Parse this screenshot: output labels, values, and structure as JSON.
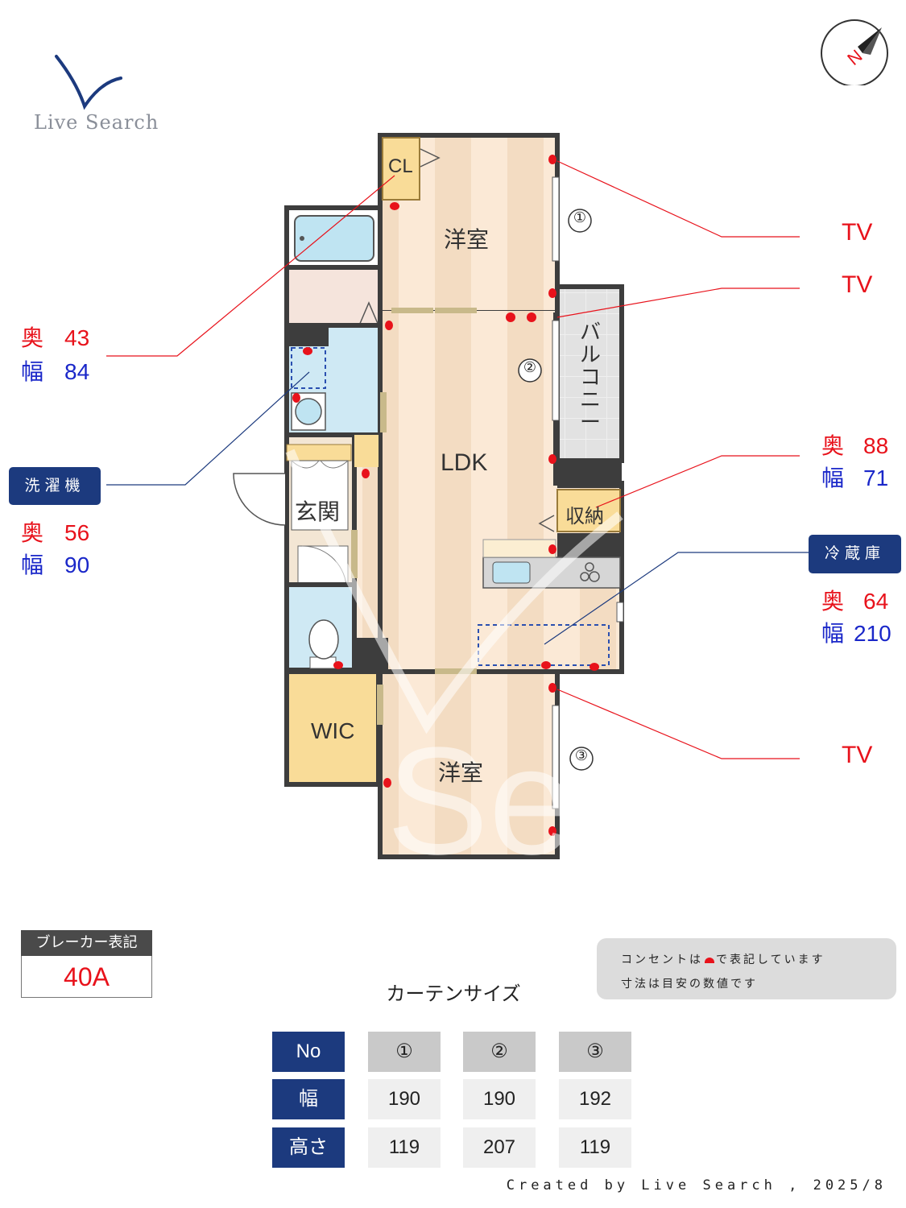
{
  "brand": {
    "name": "Live Search"
  },
  "compass": {
    "label": "N"
  },
  "rooms": {
    "closet": "CL",
    "western_room_1": "洋室",
    "balcony": "バルコニー",
    "ldk": "LDK",
    "storage": "収納",
    "entrance": "玄関",
    "wic": "WIC",
    "western_room_2": "洋室"
  },
  "window_markers": [
    "①",
    "②",
    "③"
  ],
  "tv_labels": [
    "TV",
    "TV",
    "TV"
  ],
  "dimensions": {
    "closet": {
      "depth_label": "奥",
      "depth": "43",
      "width_label": "幅",
      "width": "84"
    },
    "washer": {
      "title": "洗濯機",
      "depth_label": "奥",
      "depth": "56",
      "width_label": "幅",
      "width": "90"
    },
    "storage": {
      "depth_label": "奥",
      "depth": "88",
      "width_label": "幅",
      "width": "71"
    },
    "fridge": {
      "title": "冷蔵庫",
      "depth_label": "奥",
      "depth": "64",
      "width_label": "幅",
      "width": "210"
    }
  },
  "breaker": {
    "title": "ブレーカー表記",
    "value": "40A"
  },
  "notes": {
    "line1_before": "コンセントは",
    "line1_after": "で表記しています",
    "line2": "寸法は目安の数値です"
  },
  "curtain": {
    "title": "カーテンサイズ",
    "header_label": "No",
    "row_labels": [
      "幅",
      "高さ"
    ],
    "columns": [
      "①",
      "②",
      "③"
    ],
    "widths": [
      "190",
      "190",
      "192"
    ],
    "heights": [
      "119",
      "207",
      "119"
    ]
  },
  "footer": "Created by Live Search , 2025/8",
  "colors": {
    "outlet": "#e8121b",
    "navy": "#1c3a7e",
    "wall": "#3d3d3d",
    "floor_wood": "#f5dcc0"
  }
}
